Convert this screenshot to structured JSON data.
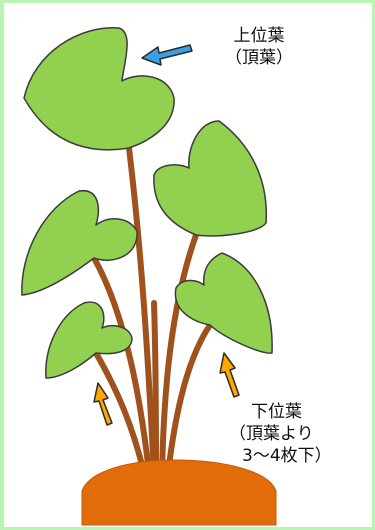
{
  "labels": {
    "upper_leaf": {
      "line1": "上位葉",
      "line2": "（頂葉）"
    },
    "lower_leaf": {
      "line1": "下位葉",
      "line2": "（頂葉より",
      "line3": "3～4枚下）"
    }
  },
  "colors": {
    "frame_border": "#b8f5b2",
    "leaf_fill": "#92d050",
    "leaf_stroke": "#3b3b3b",
    "stem": "#a0521d",
    "pot": "#e36c0a",
    "upper_arrow": "#3aa0e0",
    "lower_arrow": "#ffa800"
  }
}
